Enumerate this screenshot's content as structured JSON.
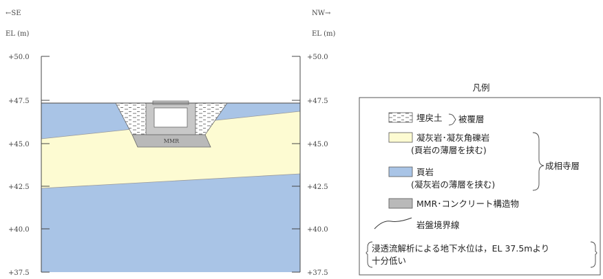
{
  "section": {
    "dir_left": "←SE",
    "dir_right": "NW→",
    "axis_label_left": "EL (m)",
    "axis_label_right": "EL (m)",
    "elevations": [
      "+50.0",
      "+47.5",
      "+45.0",
      "+42.5",
      "+40.0",
      "+37.5"
    ],
    "structure_label": "MMR"
  },
  "legend": {
    "title": "凡例",
    "fill_label": "埋戻土",
    "cover_label": "被覆層",
    "tuff_line1": "凝灰岩･凝灰角礫岩",
    "tuff_line2": "(頁岩の薄層を挟む)",
    "shale_line1": "頁岩",
    "shale_line2": "(凝灰岩の薄層を挟む)",
    "formation_label": "成相寺層",
    "mmr_label": "MMR･コンクリート構造物",
    "boundary_label": "岩盤境界線",
    "note_line1": "浸透流解析による地下水位は，EL 37.5mより",
    "note_line2": "十分低い"
  },
  "colors": {
    "shale": "#a9c4e6",
    "tuff": "#fdfbd2",
    "mmr": "#b9b9b9",
    "backfill": "#ffffff"
  }
}
